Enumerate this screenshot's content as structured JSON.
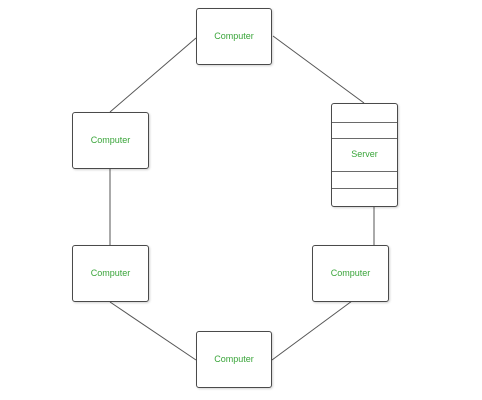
{
  "diagram": {
    "type": "ring-network",
    "nodes": {
      "top": {
        "label": "Computer"
      },
      "upper_left": {
        "label": "Computer"
      },
      "server": {
        "label": "Server"
      },
      "lower_left": {
        "label": "Computer"
      },
      "lower_right": {
        "label": "Computer"
      },
      "bottom": {
        "label": "Computer"
      }
    },
    "links": [
      [
        "top",
        "server"
      ],
      [
        "server",
        "lower_right"
      ],
      [
        "lower_right",
        "bottom"
      ],
      [
        "bottom",
        "lower_left"
      ],
      [
        "lower_left",
        "upper_left"
      ],
      [
        "upper_left",
        "top"
      ]
    ]
  },
  "colors": {
    "label": "#3aa53a",
    "border": "#4a4a4a",
    "link": "#555555"
  }
}
